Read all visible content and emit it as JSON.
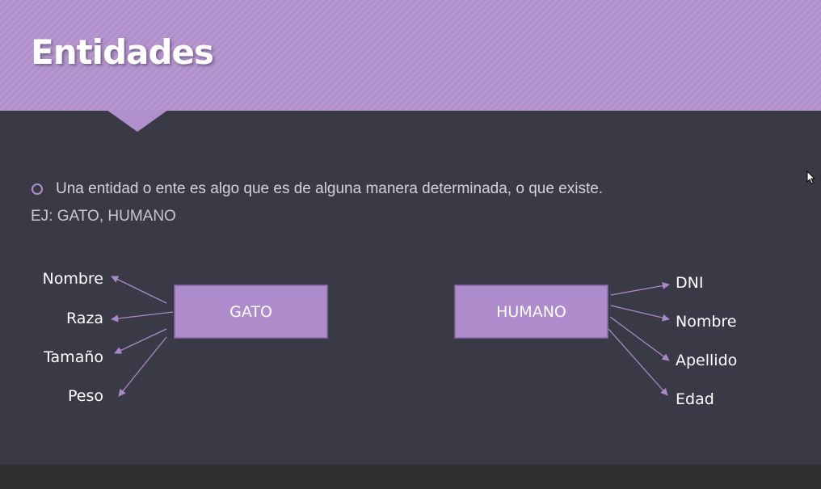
{
  "slide": {
    "title": "Entidades",
    "bullet_text": "Una entidad o ente es algo que es de alguna manera determinada, o que existe.",
    "example_text": "EJ: GATO, HUMANO"
  },
  "diagram": {
    "entities": [
      {
        "name": "GATO",
        "attributes": [
          "Nombre",
          "Raza",
          "Tamaño",
          "Peso"
        ]
      },
      {
        "name": "HUMANO",
        "attributes": [
          "DNI",
          "Nombre",
          "Apellido",
          "Edad"
        ]
      }
    ]
  },
  "colors": {
    "accent": "#b08fcb",
    "background": "#3a3a47",
    "entity_fill": "#ae8bca",
    "connector": "#a989c6"
  },
  "icons": {
    "bullet": "hollow-circle-icon",
    "cursor": "mouse-pointer-icon"
  }
}
